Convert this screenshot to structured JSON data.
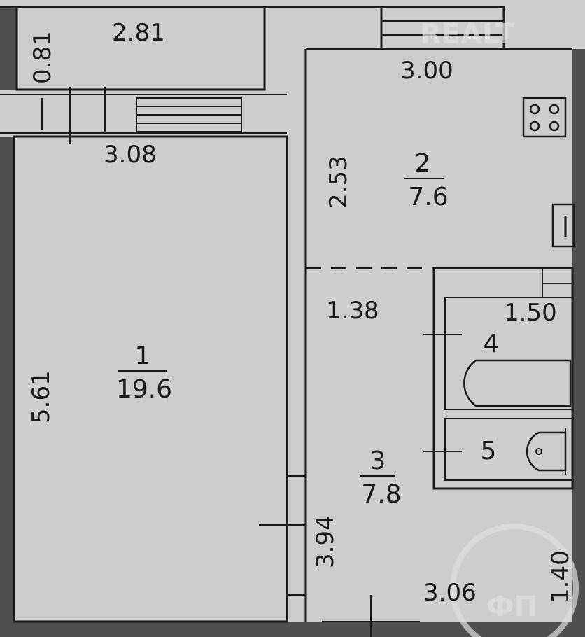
{
  "plan": {
    "dimensions": {
      "balcony_width": "2.81",
      "balcony_depth": "0.81",
      "room1_width": "3.08",
      "room1_length": "5.61",
      "kitchen_width": "3.00",
      "kitchen_depth": "2.53",
      "hall_width": "1.38",
      "bath_width": "1.50",
      "hall_length": "3.94",
      "hall_bottom_width": "3.06",
      "hall_bottom_depth": "1.40"
    },
    "rooms": [
      {
        "number": "1",
        "area": "19.6"
      },
      {
        "number": "2",
        "area": "7.6"
      },
      {
        "number": "3",
        "area": "7.8"
      },
      {
        "number": "4"
      },
      {
        "number": "5"
      }
    ],
    "watermark": "REALT",
    "logo_text": "ФП"
  },
  "colors": {
    "paper": "#cdcdcd",
    "wall": "#4a4a4a",
    "line": "#1a1a1a"
  }
}
